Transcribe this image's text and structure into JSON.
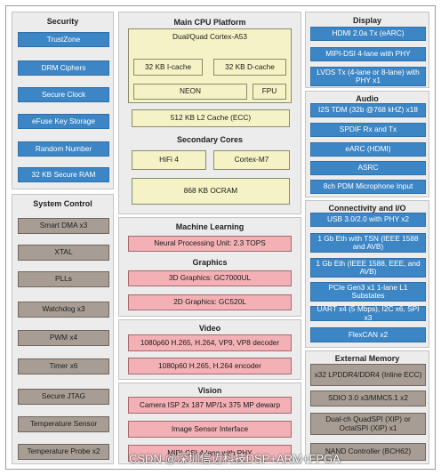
{
  "security": {
    "title": "Security",
    "items": [
      "TrustZone",
      "DRM Ciphers",
      "Secure Clock",
      "eFuse Key Storage",
      "Random Number",
      "32 KB Secure RAM"
    ]
  },
  "system_control": {
    "title": "System Control",
    "items": [
      "Smart DMA x3",
      "XTAL",
      "PLLs",
      "Watchdog x3",
      "PWM x4",
      "Timer x6",
      "Secure JTAG",
      "Temperature Sensor",
      "Temperature Probe x2"
    ]
  },
  "main_cpu": {
    "title": "Main CPU Platform",
    "core": "Dual/Quad Cortex-A53",
    "icache": "32 KB I-cache",
    "dcache": "32 KB D-cache",
    "neon": "NEON",
    "fpu": "FPU",
    "l2": "512 KB L2 Cache (ECC)"
  },
  "secondary": {
    "title": "Secondary Cores",
    "hifi": "HiFi 4",
    "m7": "Cortex-M7",
    "ocram": "868 KB OCRAM"
  },
  "ml": {
    "title": "Machine Learning",
    "npu": "Neural Processing Unit: 2.3 TOPS"
  },
  "graphics": {
    "title": "Graphics",
    "gpu3d": "3D Graphics: GC7000UL",
    "gpu2d": "2D Graphics: GC520L"
  },
  "video": {
    "title": "Video",
    "decoder": "1080p60 H.265, H.264, VP9, VP8 decoder",
    "encoder": "1080p60 H.265, H.264 encoder"
  },
  "vision": {
    "title": "Vision",
    "isp": "Camera ISP 2x 187 MP/1x 375 MP dewarp",
    "sensor": "Image Sensor Interface",
    "mipi": "MIPI-CSI 4-lane with PHY"
  },
  "display": {
    "title": "Display",
    "items": [
      "HDMI 2.0a Tx (eARC)",
      "MIPI-DSI 4-lane with PHY",
      "LVDS Tx (4-lane or 8-lane) with PHY x1"
    ]
  },
  "audio": {
    "title": "Audio",
    "items": [
      "I2S TDM (32b @768 kHZ) x18",
      "SPDIF Rx and Tx",
      "eARC (HDMI)",
      "ASRC",
      "8ch PDM Microphone Input"
    ]
  },
  "connectivity": {
    "title": "Connectivity and I/O",
    "items": [
      "USB 3.0/2.0 with PHY x2",
      "1 Gb Eth with TSN (IEEE 1588 and AVB)",
      "1 Gb Eth (IEEE 1588, EEE, and AVB)",
      "PCIe Gen3 x1 1-lane L1 Substates",
      "UART x4 (5 Mbps), I2C x6, SPI x3",
      "FlexCAN x2"
    ]
  },
  "memory": {
    "title": "External Memory",
    "items": [
      "x32 LPDDR4/DDR4 (Inline ECC)",
      "SDIO 3.0 x3/MMC5.1 x2",
      "Dual-ch QuadSPI (XIP) or OctalSPI (XIP) x1",
      "NAND Controller (BCH62)"
    ]
  },
  "watermark": "CSDN @深圳信迈科技DSP+ARM+FPGA",
  "colors": {
    "blue": "#3d86c6",
    "brown": "#a79d94",
    "yellow": "#f5f3c5",
    "pink": "#f3b0b5",
    "panel": "#ececec"
  }
}
